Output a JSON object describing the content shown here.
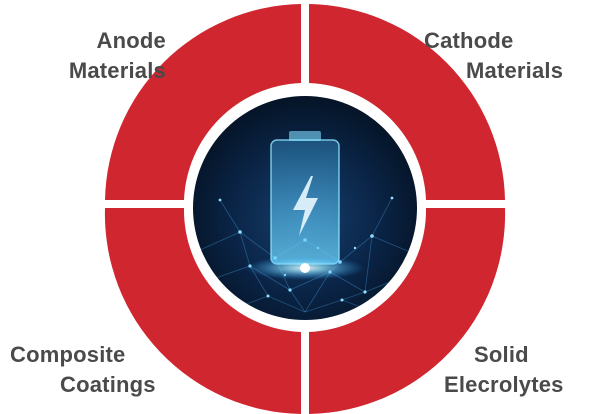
{
  "diagram": {
    "center_image": {
      "icon": "battery-lightning-icon",
      "alt": "glowing battery with lightning bolt"
    },
    "quadrants": [
      {
        "id": "anode",
        "line1": "Anode",
        "line2": "Materials"
      },
      {
        "id": "cathode",
        "line1": "Cathode",
        "line2": "Materials"
      },
      {
        "id": "composite",
        "line1": "Composite",
        "line2": "Coatings"
      },
      {
        "id": "solid",
        "line1": "Solid",
        "line2": "Elecrolytes"
      }
    ]
  },
  "colors": {
    "ring": "#d0262f",
    "text": "#4a4a4a",
    "center_dark": "#071a33",
    "glow": "#5fd0ff"
  }
}
